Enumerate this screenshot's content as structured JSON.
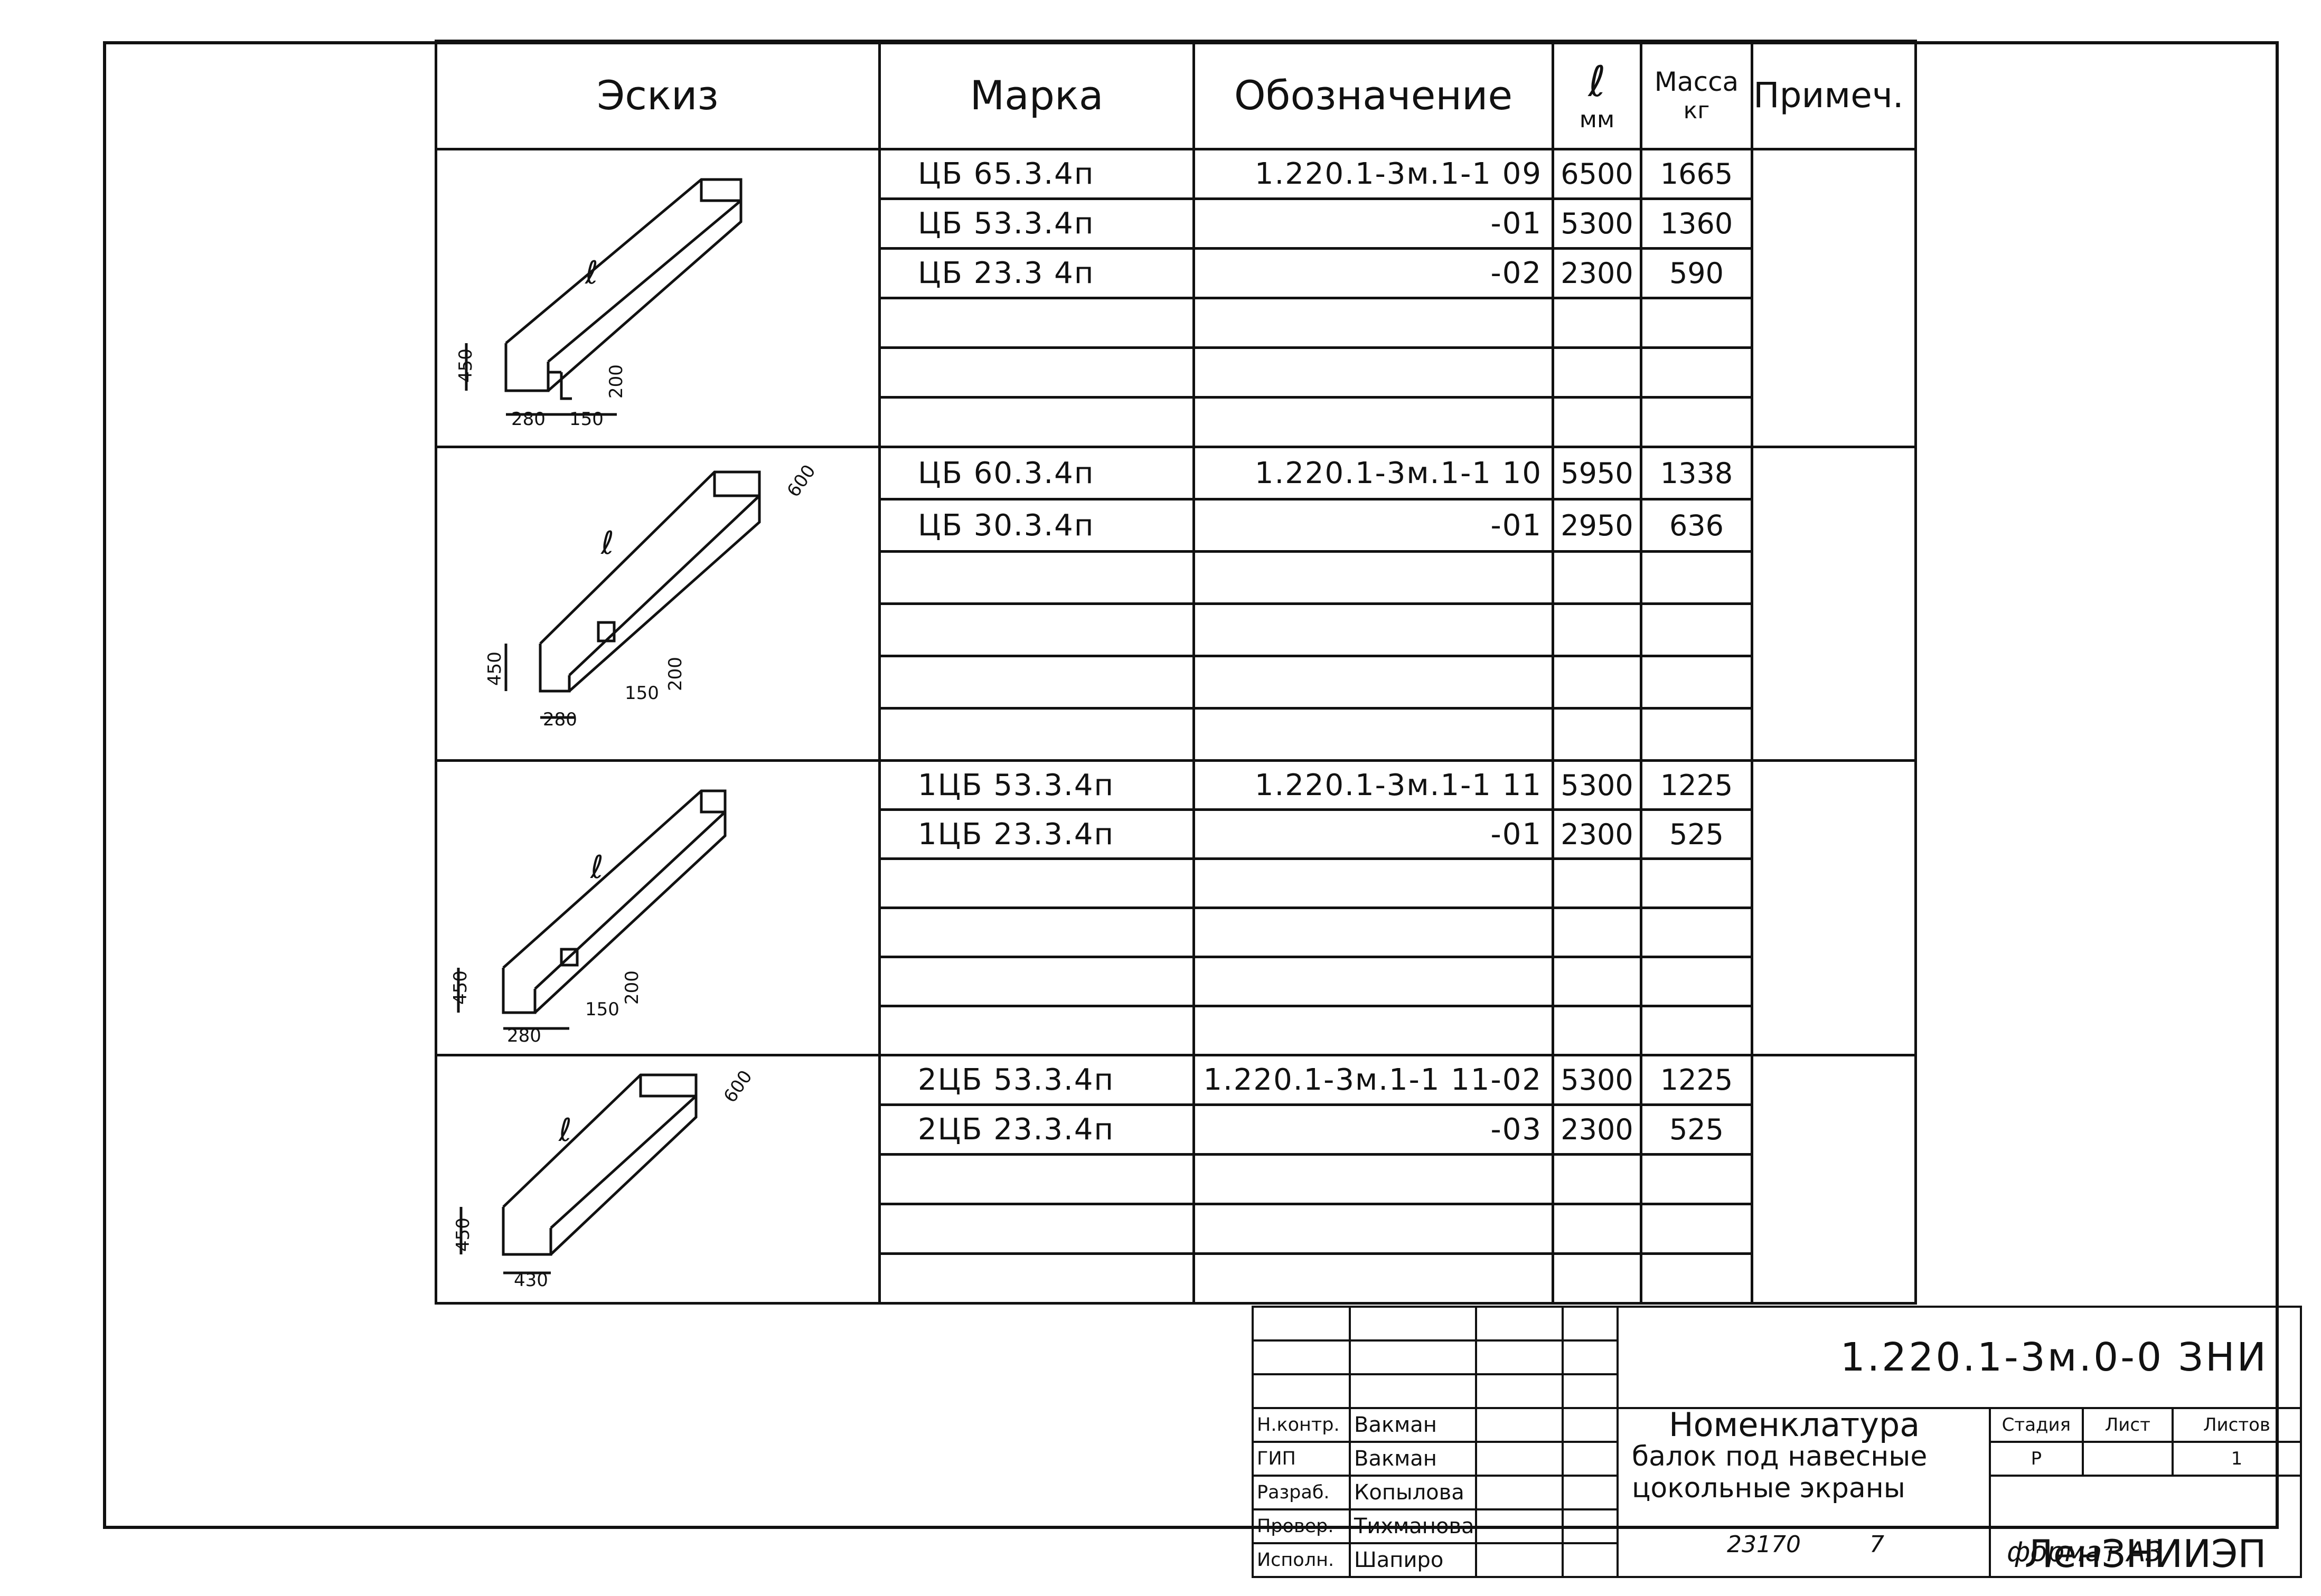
{
  "header": {
    "sketch": "Эскиз",
    "mark": "Марка",
    "designation": "Обозначение",
    "length": "ℓ",
    "length_unit": "мм",
    "mass": "Масса",
    "mass_unit": "кг",
    "note": "Примеч."
  },
  "groups": [
    {
      "dims": {
        "h": "450",
        "b": "280",
        "c": "150",
        "d": "200"
      },
      "rows": [
        {
          "mark": "ЦБ 65.3.4п",
          "designation": "1.220.1-3м.1-1 09",
          "length": "6500",
          "mass": "1665"
        },
        {
          "mark": "ЦБ 53.3.4п",
          "designation": "-01",
          "length": "5300",
          "mass": "1360"
        },
        {
          "mark": "ЦБ 23.3 4п",
          "designation": "-02",
          "length": "2300",
          "mass": "590"
        }
      ]
    },
    {
      "dims": {
        "h": "450",
        "b": "280",
        "c": "150",
        "d": "200",
        "e": "600"
      },
      "rows": [
        {
          "mark": "ЦБ 60.3.4п",
          "designation": "1.220.1-3м.1-1 10",
          "length": "5950",
          "mass": "1338"
        },
        {
          "mark": "ЦБ 30.3.4п",
          "designation": "-01",
          "length": "2950",
          "mass": "636"
        }
      ]
    },
    {
      "dims": {
        "h": "450",
        "b": "280",
        "c": "150",
        "d": "200"
      },
      "rows": [
        {
          "mark": "1ЦБ 53.3.4п",
          "designation": "1.220.1-3м.1-1 11",
          "length": "5300",
          "mass": "1225"
        },
        {
          "mark": "1ЦБ 23.3.4п",
          "designation": "-01",
          "length": "2300",
          "mass": "525"
        }
      ]
    },
    {
      "dims": {
        "h": "450",
        "b": "430",
        "e": "600"
      },
      "rows": [
        {
          "mark": "2ЦБ 53.3.4п",
          "designation": "1.220.1-3м.1-1 11-02",
          "length": "5300",
          "mass": "1225"
        },
        {
          "mark": "2ЦБ 23.3.4п",
          "designation": "-03",
          "length": "2300",
          "mass": "525"
        }
      ]
    }
  ],
  "titleblock": {
    "code": "1.220.1-3м.0-0 ЗНИ",
    "name": [
      "Номенклатура",
      "балок под навесные",
      "цокольные экраны"
    ],
    "stage_label": "Стадия",
    "sheet_label": "Лист",
    "sheets_label": "Листов",
    "stage": "Р",
    "sheet": "",
    "sheets": "1",
    "org": "ЛенЗНИИЭП",
    "people": [
      {
        "role": "Н.контр.",
        "name": "Вакман"
      },
      {
        "role": "ГИП",
        "name": "Вакман"
      },
      {
        "role": "Разраб.",
        "name": "Копылова"
      },
      {
        "role": "Провер.",
        "name": "Тихманова"
      },
      {
        "role": "Исполн.",
        "name": "Шапиро"
      }
    ]
  },
  "stamp": {
    "number": "23170",
    "page": "7"
  },
  "format": "формат А3",
  "ell": "ℓ"
}
